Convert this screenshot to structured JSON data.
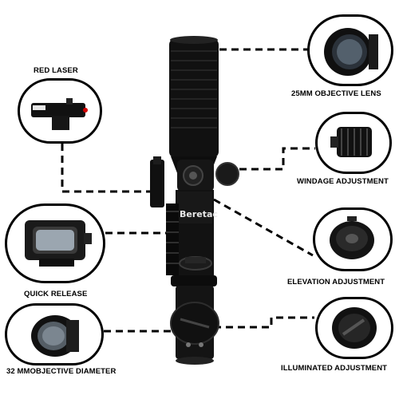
{
  "product": {
    "brand": "Beretac"
  },
  "callouts": {
    "red_laser": "RED LASER",
    "quick_release": "QUICK RELEASE",
    "objective_diameter": "32 MMOBJECTIVE DIAMETER",
    "objective_lens": "25MM OBJECTIVE LENS",
    "windage": "WINDAGE ADJUSTMENT",
    "elevation": "ELEVATION ADJUSTMENT",
    "illuminated": "ILLUMINATED  ADJUSTMENT"
  },
  "colors": {
    "scope_body": "#111111",
    "background": "#ffffff",
    "circle_border": "#000000",
    "laser_dot": "#d40000"
  }
}
